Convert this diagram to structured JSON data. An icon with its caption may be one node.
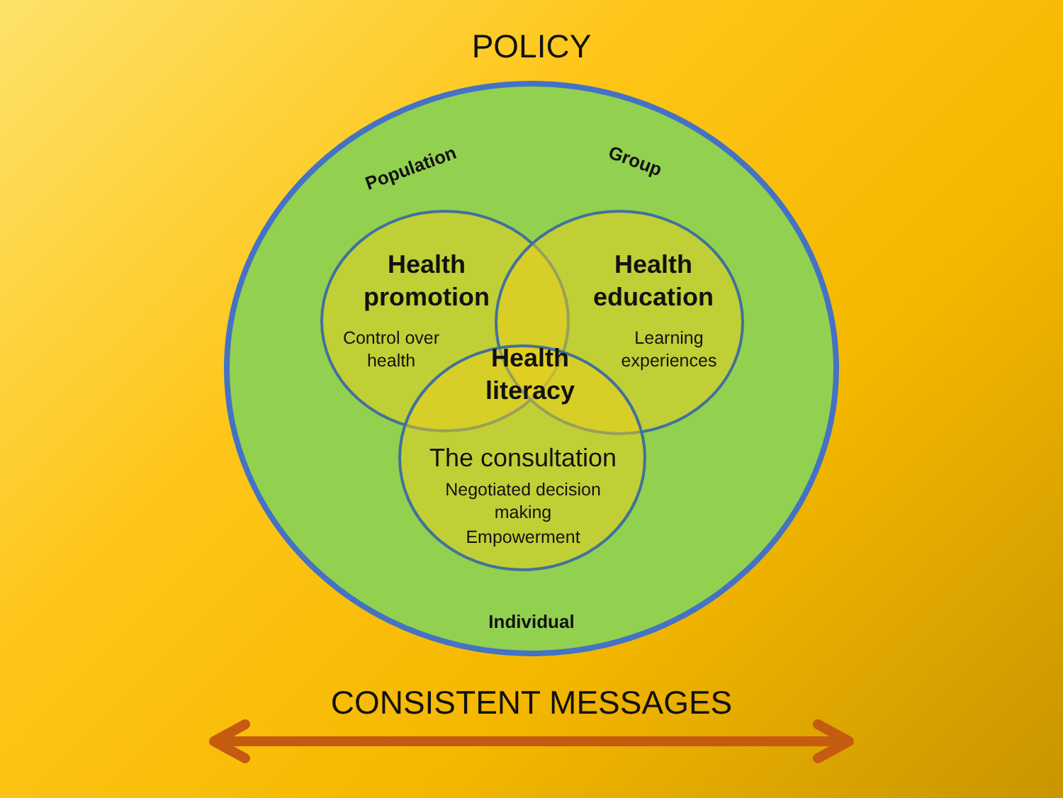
{
  "diagram": {
    "title": "POLICY",
    "nodes": [
      {
        "text": [
          "Population",
          "Group",
          "Individual"
        ]
      },
      {
        "text": [
          "Health promotion",
          "Control over health"
        ],
        "in": 0
      },
      {
        "text": [
          "Health education",
          "Learning experiences"
        ],
        "in": 0
      },
      {
        "text": [
          "The consultation",
          "Negotiated decision making",
          "Empowerment"
        ],
        "in": 0
      }
    ],
    "edges": [],
    "labels": [
      "Health literacy",
      "CONSISTENT MESSAGES"
    ]
  }
}
